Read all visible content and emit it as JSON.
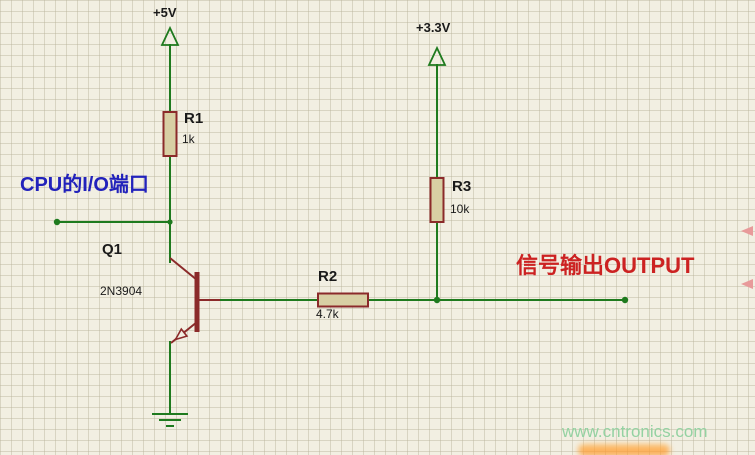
{
  "schematic": {
    "power": {
      "v5": {
        "label": "+5V"
      },
      "v33": {
        "label": "+3.3V"
      }
    },
    "resistors": {
      "r1": {
        "ref": "R1",
        "value": "1k"
      },
      "r2": {
        "ref": "R2",
        "value": "4.7k"
      },
      "r3": {
        "ref": "R3",
        "value": "10k"
      }
    },
    "transistor": {
      "ref": "Q1",
      "value": "2N3904"
    },
    "labels": {
      "cpu_port": "CPU的I/O端口",
      "output": "信号输出OUTPUT"
    },
    "watermark": "www.cntronics.com"
  },
  "colors": {
    "wire": "#1e7a1e",
    "component": "#8b2a2a",
    "component-fill": "#d8cfa4",
    "grid-bg": "#f2efe2",
    "text": "#1a1a1a",
    "cpu-label": "#2222bb",
    "output-label": "#cc2222",
    "watermark": "#94d2a2"
  }
}
